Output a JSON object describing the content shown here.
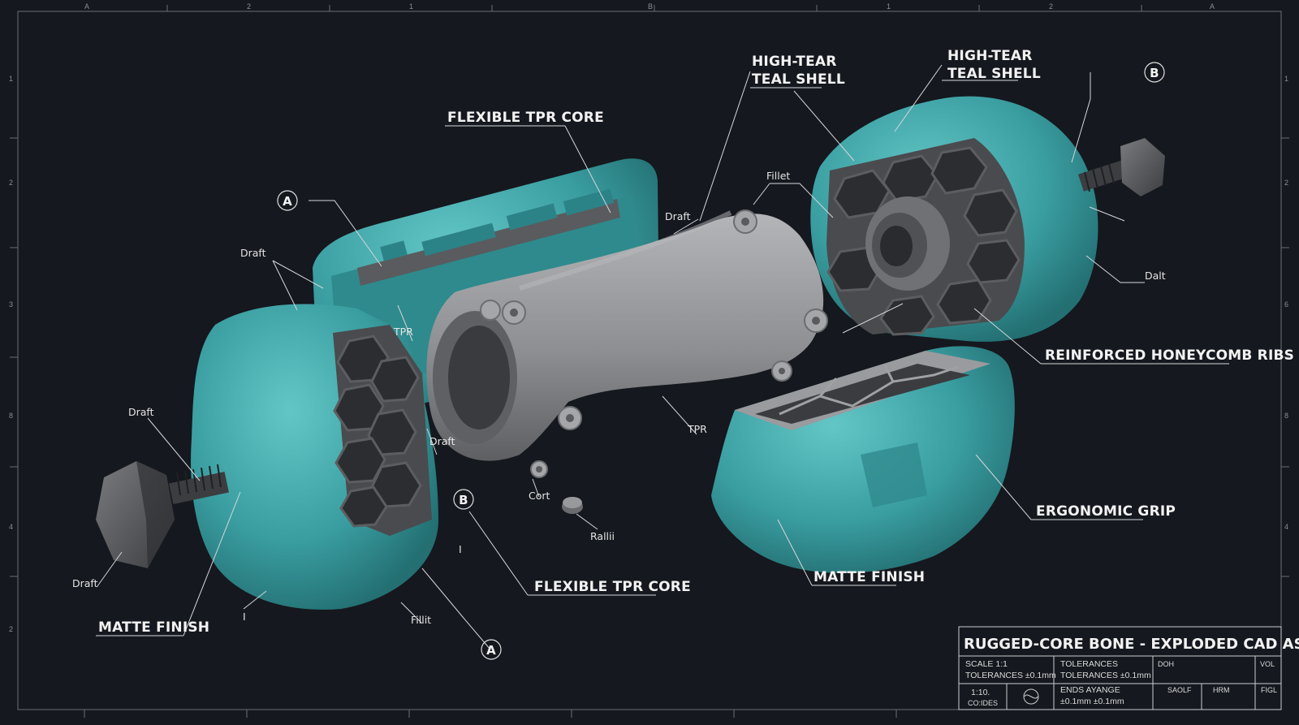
{
  "border": {
    "top_labels": [
      "A",
      "2",
      "1",
      "B",
      "1",
      "2",
      "A"
    ],
    "left_labels": [
      "1",
      "2",
      "3",
      "8",
      "4",
      "2"
    ],
    "right_labels": [
      "1",
      "2",
      "6",
      "8",
      "4"
    ]
  },
  "callouts": {
    "flexible_tpr_core_top": "FLEXIBLE TPR CORE",
    "high_tear_1_line1": "HIGH-TEAR",
    "high_tear_1_line2": "TEAL SHELL",
    "high_tear_2_line1": "HIGH-TEAR",
    "high_tear_2_line2": "TEAL SHELL",
    "reinforced_ribs": "REINFORCED HONEYCOMB RIBS",
    "ergonomic_grip": "ERGONOMIC GRIP",
    "matte_finish_right": "MATTE FINISH",
    "matte_finish_left": "MATTE FINISH",
    "flexible_tpr_core_bottom": "FLEXIBLE TPR CORE",
    "draft_1": "Draft",
    "draft_2": "Draft",
    "draft_3": "Draft",
    "draft_4": "Draft",
    "draft_5": "Draft",
    "fillet": "Fillet",
    "dalt": "Dalt",
    "tpr_1": "TPR",
    "tpr_2": "TPR",
    "cort": "Cort",
    "rallii": "Rallii",
    "fillit": "Fillit",
    "mark_i_1": "I",
    "mark_i_2": "I"
  },
  "balloons": {
    "a_top": "A",
    "b_top_right": "B",
    "b_mid": "B",
    "a_bottom": "A"
  },
  "title_block": {
    "title": "RUGGED-CORE BONE - EXPLODED CAD ASSEMBLY",
    "scale_line1": "SCALE 1:1",
    "scale_line2": "TOLERANCES ±0.1mm",
    "tol_line1": "TOLERANCES",
    "tol_line2": "TOLERANCES ±0.1mm",
    "doh": "DOH",
    "vol": "VOL",
    "ratio_line1": "1:10.",
    "ratio_line2": "CO:IDES",
    "ends_line1": "ENDS AYANGE",
    "ends_line2": "±0.1mm ±0.1mm",
    "saolf": "SAOLF",
    "hrm": "HRM",
    "figl": "FIGL"
  },
  "colors": {
    "background": "#15181e",
    "teal_shell": "#3fa6a8",
    "grey_core": "#8c8d90",
    "ribs": "#4a4b4e",
    "line": "#d5d7da"
  }
}
